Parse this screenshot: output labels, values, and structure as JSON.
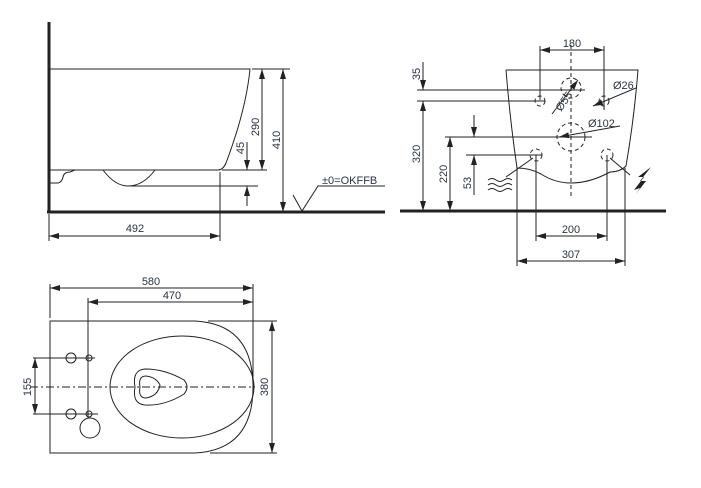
{
  "side_view": {
    "dim_height_total": "410",
    "dim_bowl_height": "290",
    "dim_outlet": "45",
    "dim_projection": "492",
    "floor_label": "±0=OKFFB"
  },
  "front_view": {
    "dim_bolt_spacing_top": "180",
    "dim_hole_small": "Ø26",
    "dim_hole_55": "Ø55",
    "dim_hole_102": "Ø102",
    "dim_top_offset": "35",
    "dim_bolt_height": "320",
    "dim_drain_height": "220",
    "dim_inlet_offset": "53",
    "dim_bolt_spacing_bottom": "200",
    "dim_width": "307"
  },
  "top_view": {
    "dim_length": "580",
    "dim_bolt_to_front": "470",
    "dim_bolt_spacing": "155",
    "dim_width": "380"
  }
}
